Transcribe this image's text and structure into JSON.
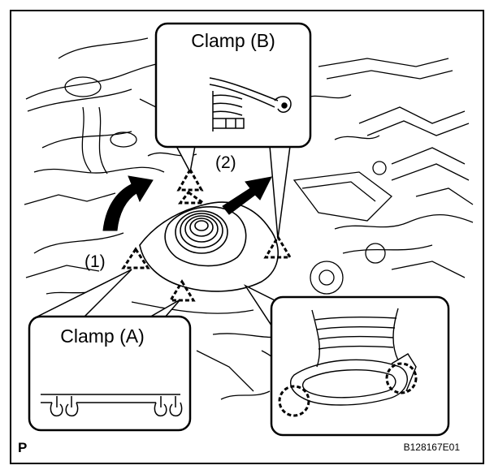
{
  "figure": {
    "callouts": {
      "clamp_b": "Clamp (B)",
      "clamp_a": "Clamp (A)"
    },
    "steps": {
      "step1": "(1)",
      "step2": "(2)"
    },
    "corner_letter": "P",
    "figure_code": "B128167E01"
  }
}
